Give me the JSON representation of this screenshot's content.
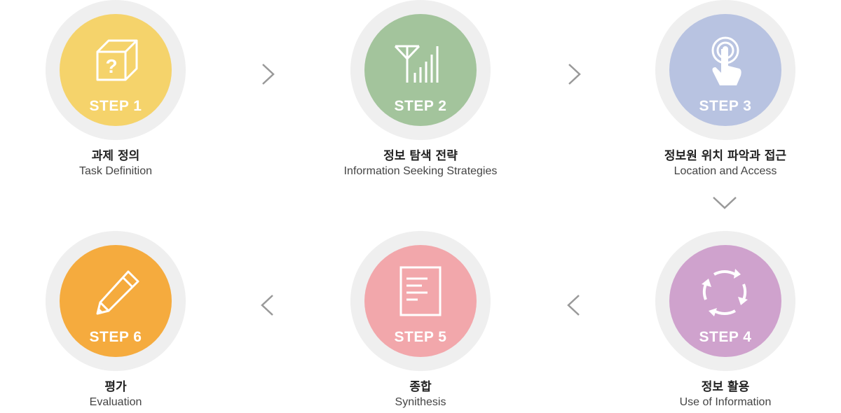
{
  "steps": [
    {
      "label": "STEP 1",
      "ko": "과제 정의",
      "en": "Task Definition",
      "color": "#f5d36b",
      "icon": "question-box-icon"
    },
    {
      "label": "STEP 2",
      "ko": "정보 탐색 전략",
      "en": "Information Seeking Strategies",
      "color": "#a3c49c",
      "icon": "signal-antenna-icon"
    },
    {
      "label": "STEP 3",
      "ko": "정보원 위치 파악과 접근",
      "en": "Location and Access",
      "color": "#b8c3e1",
      "icon": "touch-hand-icon"
    },
    {
      "label": "STEP 4",
      "ko": "정보 활용",
      "en": "Use of Information",
      "color": "#cfa2cd",
      "icon": "cycle-arrows-icon"
    },
    {
      "label": "STEP 5",
      "ko": "종합",
      "en": "Synithesis",
      "color": "#f2a7ab",
      "icon": "document-icon"
    },
    {
      "label": "STEP 6",
      "ko": "평가",
      "en": "Evaluation",
      "color": "#f5ab3e",
      "icon": "pencil-icon"
    }
  ]
}
